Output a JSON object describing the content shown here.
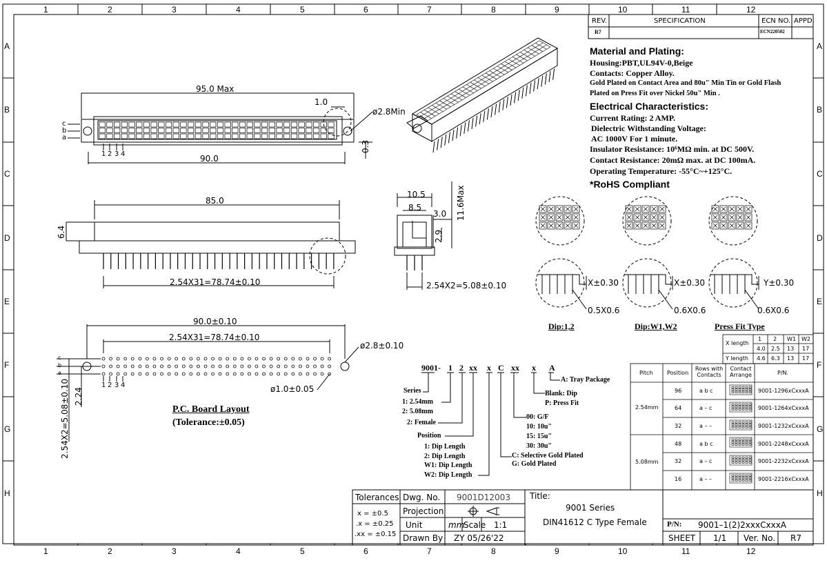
{
  "frame": {
    "cols": [
      "1",
      "2",
      "3",
      "4",
      "5",
      "6",
      "7",
      "8",
      "9",
      "10",
      "11",
      "12"
    ],
    "rows": [
      "A",
      "B",
      "C",
      "D",
      "E",
      "F",
      "G",
      "H"
    ]
  },
  "revision": {
    "rev_label": "REV.",
    "spec_label": "SPECIFICATION",
    "ecn_label": "ECN NO.",
    "appd_label": "APPD.",
    "rev": "R7",
    "ecn": "ECN220502"
  },
  "material": {
    "title": "Material and Plating:",
    "housing": "Housing:PBT,UL94V-0,Beige",
    "contacts": "Contacts:  Copper Alloy.",
    "plating1": "Gold Plated on Contact Area and 80u\" Min Tin or Gold Flash",
    "plating2": "Plated on  Press Fit over Nickel 50u\" Min ."
  },
  "electrical": {
    "title": "Electrical Characteristics:",
    "current": "Current Rating:  2 AMP.",
    "dielectric": "Dielectric Withstanding Voltage:",
    "ac": "AC 1000V For 1 minute.",
    "insulator": "Insulator Resistance: 10⁶MΩ min. at DC 500V.",
    "contact": "Contact Resistance: 20mΩ  max. at DC 100mA.",
    "temp": "Operating Temperature: -55°C~+125°C.",
    "rohs": "*RoHS Compliant"
  },
  "top_view": {
    "overall": "95.0 Max",
    "pitch_small": "1.0",
    "hole": "ø2.8Min",
    "span": "90.0",
    "offset": "0.3",
    "row_c": "c",
    "row_b": "b",
    "row_a": "a",
    "pins": [
      "1",
      "2",
      "3",
      "4"
    ]
  },
  "side_view": {
    "length": "85.0",
    "height": "6.4",
    "pin_span": "2.54X31=78.74±0.10"
  },
  "end_view": {
    "w1": "10.5",
    "w2": "8.5",
    "w3": "3.0",
    "h_max": "11.6Max",
    "h2": "2.9",
    "pin_span": "2.54X2=5.08±0.10"
  },
  "details": {
    "x1": "X±0.30",
    "x2": "X±0.30",
    "y3": "Y±0.30",
    "p1": "0.5X0.6",
    "p2": "0.6X0.6",
    "p3": "0.6X0.6",
    "cap1": "Dip:1,2",
    "cap2": "Dip:W1,W2",
    "cap3": "Press Fit Type"
  },
  "length_table": {
    "headers": [
      "",
      "1",
      "2",
      "W1",
      "W2"
    ],
    "rows": [
      [
        "X length",
        "4.0",
        "2.5",
        "13",
        "17"
      ],
      [
        "Y length",
        "4.6",
        "6.3",
        "13",
        "17"
      ]
    ]
  },
  "pcb": {
    "overall": "90.0±0.10",
    "pin_span": "2.54X31=78.74±0.10",
    "hole_big": "ø2.8±0.10",
    "hole_small": "ø1.0±0.05",
    "vert_total": "2.54X2=5.08±0.10",
    "vert_off": "2.24",
    "rows": [
      "c",
      "b",
      "a"
    ],
    "pins": [
      "1",
      "2",
      "3",
      "4"
    ],
    "title": "P.C. Board Layout",
    "tolerance": "(Tolerance:±0.05)"
  },
  "part_code": {
    "code": [
      "9001-",
      "1",
      "2",
      "xx",
      "x",
      "C",
      "xx",
      "x",
      "A"
    ],
    "series": "Series",
    "opt_pitch1": "1: 2.54mm",
    "opt_pitch2": "2: 5.08mm",
    "female": "2: Female",
    "position": "Position",
    "dip1": "1: Dip Length",
    "dip2": "2: Dip Length",
    "dipw1": "W1: Dip Length",
    "dipw2": "W2: Dip Length",
    "sel_gold": "C: Selective Gold Plated",
    "gold": "G: Gold Plated",
    "g00": "00: G/F",
    "g10": "10: 10u\"",
    "g15": "15: 15u\"",
    "g30": "30: 30u\"",
    "blank_dip": "Blank: Dip",
    "press_fit": "P: Press Fit",
    "tray": "A: Tray Package"
  },
  "pn_table": {
    "headers": [
      "Pitch",
      "Position",
      "Rows with Contacts",
      "Contact Arrange",
      "P/N."
    ],
    "groups": [
      {
        "pitch": "2.54mm",
        "rows": [
          [
            "96",
            "a b c",
            "9001-1296xCxxxA"
          ],
          [
            "64",
            "a – c",
            "9001-1264xCxxxA"
          ],
          [
            "32",
            "a – –",
            "9001-1232xCxxxA"
          ]
        ]
      },
      {
        "pitch": "5.08mm",
        "rows": [
          [
            "48",
            "a b c",
            "9001-2248xCxxxA"
          ],
          [
            "32",
            "a – c",
            "9001-2232xCxxxA"
          ],
          [
            "16",
            "a – –",
            "9001-2216xCxxxA"
          ]
        ]
      }
    ]
  },
  "title_block": {
    "tolerances": "Tolerances",
    "tol1": "x  = ±0.5",
    "tol2": ".x  = ±0.25",
    "tol3": ".xx  = ±0.15",
    "dwg_label": "Dwg.   No.",
    "dwg": "9001D12003",
    "projection": "Projection",
    "unit_label": "Unit",
    "unit": "mm",
    "scale_label": "Scale",
    "scale": "1:1",
    "drawn_label": "Drawn By",
    "drawn": "ZY  05/26'22",
    "title_label": "Title:",
    "title1": "9001  Series",
    "title2": "DIN41612  C  Type  Female",
    "pn_label": "P/N:",
    "pn": "9001–1(2)2xxxCxxxA",
    "sheet_label": "SHEET",
    "sheet": "1/1",
    "ver_label": "Ver. No.",
    "ver": "R7"
  }
}
